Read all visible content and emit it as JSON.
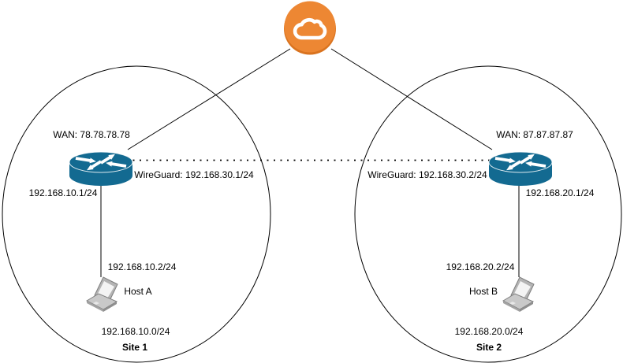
{
  "diagram_type": "network-topology",
  "colors": {
    "router_fill": "#136A91",
    "cloud_fill": "#ED8733",
    "cloud_shadow": "#D9731F",
    "laptop_body": "#C9C9C9",
    "line": "#000000",
    "background": "#FFFFFF"
  },
  "internet": {
    "icon": "cloud-icon"
  },
  "tunnel": {
    "style": "dotted-line"
  },
  "sites": [
    {
      "name": "Site 1",
      "subnet": "192.168.10.0/24",
      "router": {
        "icon": "router-icon",
        "wan": "WAN: 78.78.78.78",
        "wireguard": "WireGuard: 192.168.30.1/24",
        "lan_ip": "192.168.10.1/24"
      },
      "host": {
        "icon": "laptop-icon",
        "name": "Host A",
        "ip": "192.168.10.2/24"
      }
    },
    {
      "name": "Site 2",
      "subnet": "192.168.20.0/24",
      "router": {
        "icon": "router-icon",
        "wan": "WAN: 87.87.87.87",
        "wireguard": "WireGuard: 192.168.30.2/24",
        "lan_ip": "192.168.20.1/24"
      },
      "host": {
        "icon": "laptop-icon",
        "name": "Host B",
        "ip": "192.168.20.2/24"
      }
    }
  ]
}
